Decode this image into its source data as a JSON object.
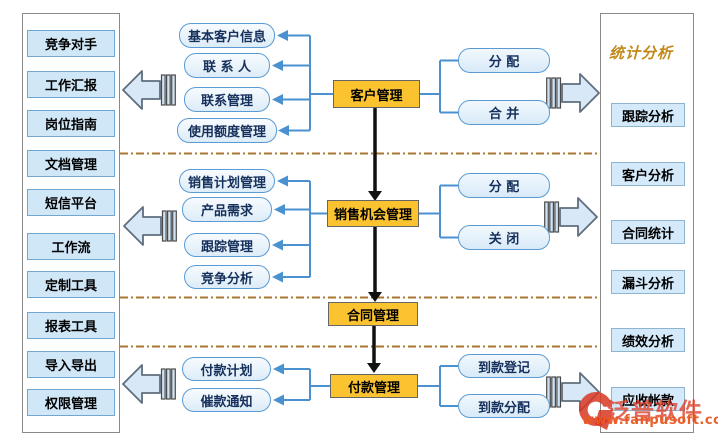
{
  "left_panel": {
    "items": [
      "竞争对手",
      "工作汇报",
      "岗位指南",
      "文档管理",
      "短信平台",
      "工作流",
      "定制工具",
      "报表工具",
      "导入导出",
      "权限管理"
    ]
  },
  "right_panel": {
    "title": "统计分析",
    "items": [
      "跟踪分析",
      "客户分析",
      "合同统计",
      "漏斗分析",
      "绩效分析",
      "应收帐款"
    ]
  },
  "flow": {
    "customer": {
      "main": "客户管理",
      "subs": [
        "基本客户信息",
        "联 系 人",
        "联系管理",
        "使用额度管理"
      ],
      "actions": [
        "分  配",
        "合  并"
      ]
    },
    "sales": {
      "main": "销售机会管理",
      "subs": [
        "销售计划管理",
        "产品需求",
        "跟踪管理",
        "竞争分析"
      ],
      "actions": [
        "分  配",
        "关  闭"
      ]
    },
    "contract": {
      "main": "合同管理"
    },
    "payment": {
      "main": "付款管理",
      "subs": [
        "付款计划",
        "催款通知"
      ],
      "actions": [
        "到款登记",
        "到款分配"
      ]
    }
  },
  "watermark": {
    "brand": "泛普软件",
    "url": "www.fanpusoft.com"
  },
  "colors": {
    "main_node": "#fcc330",
    "connector_blue": "#4a92cf",
    "separator_dash": "#a9762f",
    "panel_item": "#d0e7f8",
    "stats_title": "#c28918",
    "watermark_red": "#de3c26"
  }
}
